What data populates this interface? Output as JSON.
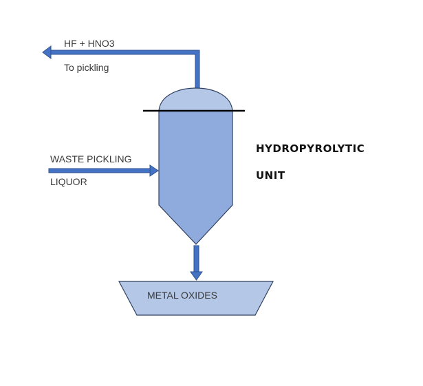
{
  "labels": {
    "outlet_top": "HF + HNO3",
    "outlet_bottom": "To pickling",
    "inlet_top": "WASTE PICKLING",
    "inlet_bottom": "LIQUOR",
    "unit_line1": "HYDROPYROLYTIC",
    "unit_line2": "UNIT",
    "product": "METAL OXIDES"
  },
  "colors": {
    "pipe": "#4472c4",
    "pipe_edge": "#2f528f",
    "vessel_body": "#8faadc",
    "vessel_dome": "#b4c7e7",
    "tray": "#b4c7e7",
    "outline": "#2f3f5f",
    "flange": "#000000"
  }
}
